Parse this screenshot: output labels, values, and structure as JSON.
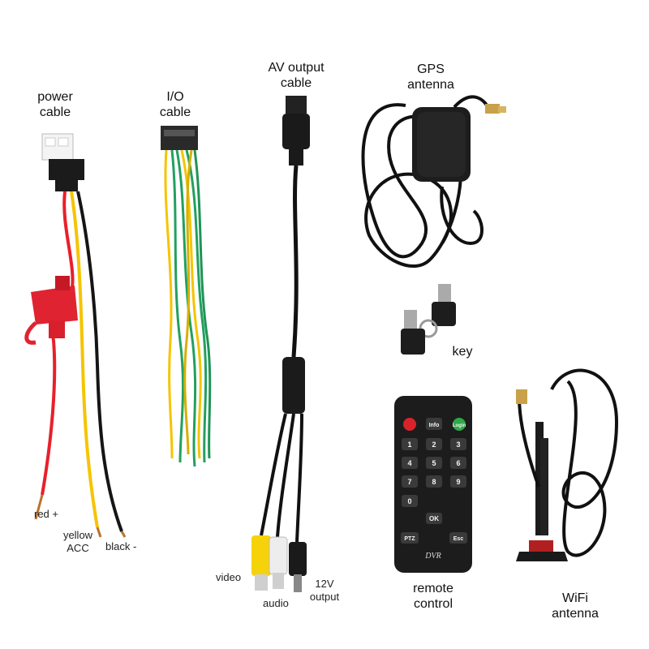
{
  "labels": {
    "power_cable": [
      "power",
      "cable"
    ],
    "io_cable": [
      "I/O",
      "cable"
    ],
    "av_output_cable": [
      "AV output",
      "cable"
    ],
    "gps_antenna": [
      "GPS",
      "antenna"
    ],
    "key": "key",
    "remote_control": [
      "remote",
      "control"
    ],
    "wifi_antenna": [
      "WiFi",
      "antenna"
    ]
  },
  "wire_labels": {
    "red": "red +",
    "yellow": [
      "yellow",
      "ACC"
    ],
    "black": "black -",
    "video": "video",
    "audio": "audio",
    "output_12v": [
      "12V",
      "output"
    ]
  },
  "remote": {
    "brand": "DVR",
    "info_key": "Info",
    "login_key": "Login",
    "ok_key": "OK",
    "ptz_key": "PTZ",
    "esc_key": "Esc",
    "numbers": [
      "1",
      "2",
      "3",
      "4",
      "5",
      "6",
      "7",
      "8",
      "9",
      "0"
    ]
  },
  "colors": {
    "red_wire": "#e8202a",
    "yellow_wire": "#f5c400",
    "black_wire": "#151515",
    "green_wire": "#22a060",
    "fuse_red": "#e02330",
    "remote_body": "#1c1c1c"
  }
}
